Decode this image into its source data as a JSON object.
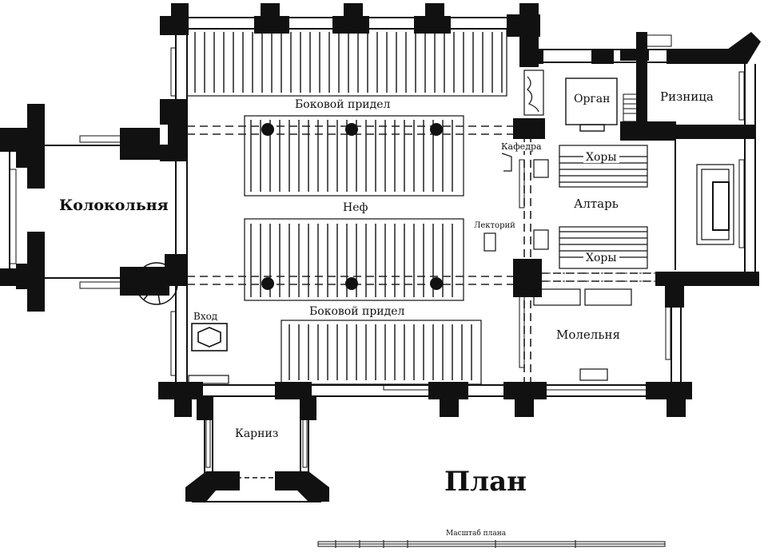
{
  "plan": {
    "title": "План",
    "scale_label": "Масштаб плана",
    "rooms": {
      "bell_tower": "Колокольня",
      "nave": "Неф",
      "side_aisle_north": "Боковой придел",
      "side_aisle_south": "Боковой придел",
      "entrance": "Вход",
      "porch": "Карниз",
      "pulpit": "Кафедра",
      "lectern": "Лекторий",
      "organ": "Орган",
      "vestry": "Ризница",
      "choir_north": "Хоры",
      "choir_south": "Хоры",
      "altar": "Алтарь",
      "chapel": "Молельня"
    }
  }
}
